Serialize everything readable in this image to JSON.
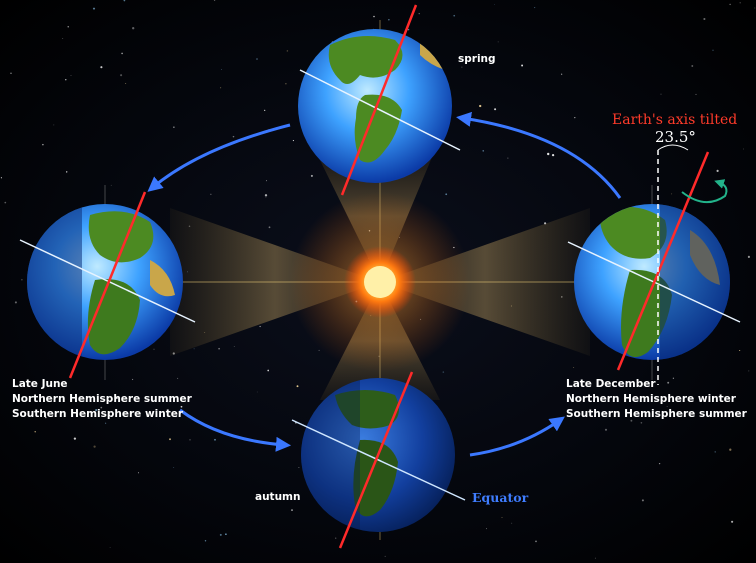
{
  "labels": {
    "spring": "spring",
    "autumn": "autumn",
    "june_line1": "Late June",
    "june_line2": "Northern Hemisphere summer",
    "june_line3": "Southern Hemisphere winter",
    "dec_line1": "Late December",
    "dec_line2": "Northern Hemisphere winter",
    "dec_line3": "Southern Hemisphere summer",
    "axis_title": "Earth's axis tilted",
    "axis_degrees": "23.5°",
    "equator": "Equator"
  },
  "colors": {
    "background": "#000000",
    "sun_core": "#ffe27a",
    "sun_glow": "#ff6a00",
    "earth_ocean": "#2f8fff",
    "earth_land": "#4c8a22",
    "axis_line": "#ff2a2a",
    "equator_line": "#cfe6ff",
    "orbit_arrow": "#2f6fff",
    "rotation_arrow": "#22b38a"
  },
  "icons": {
    "sun": "sun",
    "earth": "earth-globe",
    "orbit_arrow": "curved-arrow",
    "rotation_arrow": "rotation-arrow"
  }
}
